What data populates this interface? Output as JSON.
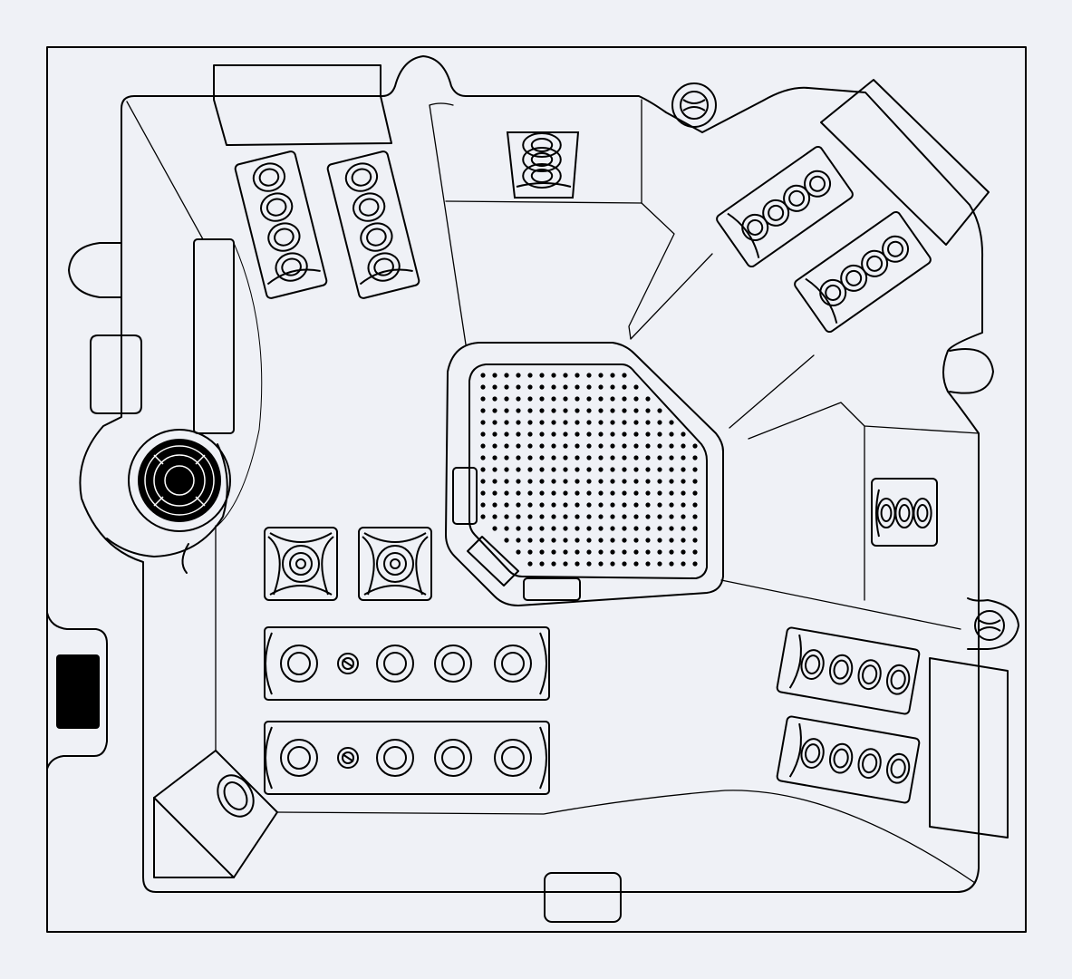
{
  "diagram": {
    "kind": "hot-tub-top-view-layout",
    "colors": {
      "background": "#eff1f6",
      "stroke": "#000000",
      "dark_fill": "#000000",
      "drain_fill": "#000000"
    },
    "seats": [
      "corner-lounger-left-rear",
      "corner-lounger-left-rear-second",
      "captain-seat-top",
      "angled-lounger-right-top",
      "angled-lounger-right-top-second",
      "side-seat-right",
      "bench-right-bottom",
      "bench-right-bottom-second",
      "bench-front-left",
      "bench-front-left-second",
      "footwell-jets"
    ],
    "icons": [
      "filter-skimmer-icon",
      "control-panel-icon",
      "waterfall-icon",
      "cup-holder-icon",
      "drain-grate-icon",
      "light-icon"
    ]
  }
}
